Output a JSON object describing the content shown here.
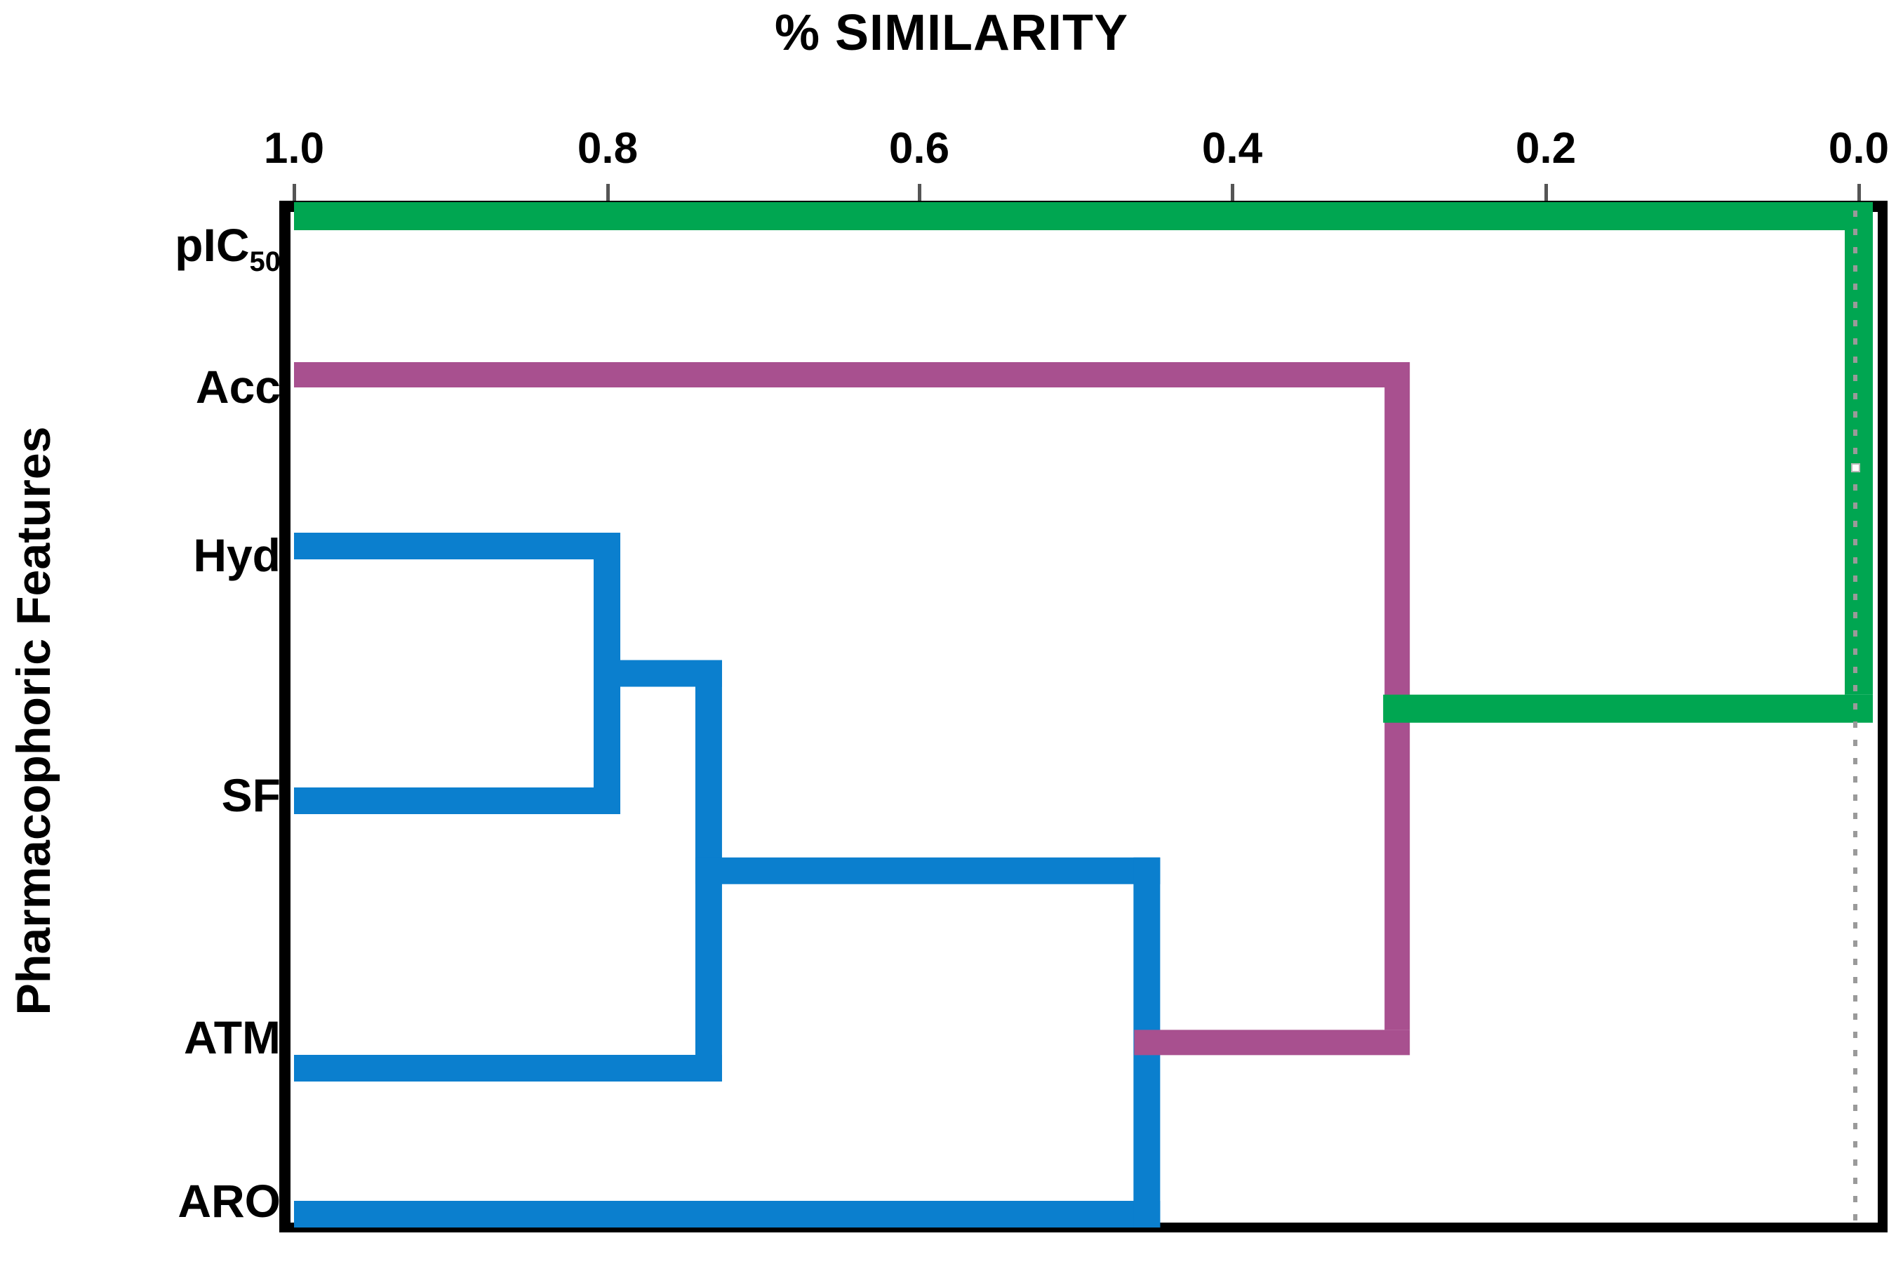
{
  "chart_data": {
    "type": "line",
    "title": "% SIMILARITY",
    "xlabel": "% SIMILARITY",
    "ylabel": "Pharmacophoric Features",
    "xlim": [
      1.0,
      0.0
    ],
    "x_ticks": [
      "1.0",
      "0.8",
      "0.6",
      "0.4",
      "0.2",
      "0.0"
    ],
    "x_tick_values": [
      1.0,
      0.8,
      0.6,
      0.4,
      0.2,
      0.0
    ],
    "grid": false,
    "legend": "none",
    "leaves": [
      {
        "label": "pIC",
        "subscript": "50",
        "cluster": "root",
        "color": "#00a651"
      },
      {
        "label": "Acc",
        "subscript": "",
        "cluster": "purple",
        "color": "#a8508f"
      },
      {
        "label": "Hyd",
        "subscript": "",
        "cluster": "blue",
        "color": "#0b7fce"
      },
      {
        "label": "SF",
        "subscript": "",
        "cluster": "blue",
        "color": "#0b7fce"
      },
      {
        "label": "ATM",
        "subscript": "",
        "cluster": "blue",
        "color": "#0b7fce"
      },
      {
        "label": "ARO",
        "subscript": "",
        "cluster": "blue",
        "color": "#0b7fce"
      }
    ],
    "merges": [
      {
        "id": "m1",
        "members": [
          "Hyd",
          "SF"
        ],
        "similarity": 0.8,
        "color": "#0b7fce"
      },
      {
        "id": "m2",
        "members": [
          "m1",
          "ATM"
        ],
        "similarity": 0.735,
        "color": "#0b7fce"
      },
      {
        "id": "m3",
        "members": [
          "m2",
          "ARO"
        ],
        "similarity": 0.455,
        "color": "#0b7fce"
      },
      {
        "id": "m4",
        "members": [
          "m3",
          "Acc"
        ],
        "similarity": 0.295,
        "color": "#a8508f"
      },
      {
        "id": "m5",
        "members": [
          "m4",
          "pIC50"
        ],
        "similarity": 0.0,
        "color": "#00a651"
      }
    ],
    "colors": {
      "cluster_blue": "#0b7fce",
      "cluster_purple": "#a8508f",
      "root_green": "#00a651",
      "axis": "#000000",
      "guide": "#9a9a9a"
    }
  },
  "axis": {
    "title": "% SIMILARITY",
    "y_title": "Pharmacophoric Features",
    "ticks": [
      "1.0",
      "0.8",
      "0.6",
      "0.4",
      "0.2",
      "0.0"
    ]
  },
  "leaf_labels": {
    "pic50_main": "pIC",
    "pic50_sub": "50",
    "acc": "Acc",
    "hyd": "Hyd",
    "sf": "SF",
    "atm": "ATM",
    "aro": "ARO"
  }
}
